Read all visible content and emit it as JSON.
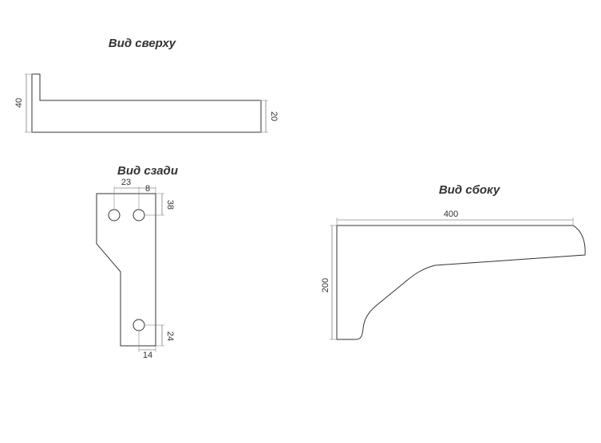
{
  "views": {
    "top": {
      "title": "Вид сверху",
      "dim_height": "40",
      "dim_thickness": "20"
    },
    "back": {
      "title": "Вид сзади",
      "dim_hole_offset": "23",
      "dim_hole_gap": "8",
      "dim_top_offset": "38",
      "dim_bottom_offset": "24",
      "dim_bottom_side": "14"
    },
    "side": {
      "title": "Вид сбоку",
      "dim_length": "400",
      "dim_height": "200"
    }
  }
}
